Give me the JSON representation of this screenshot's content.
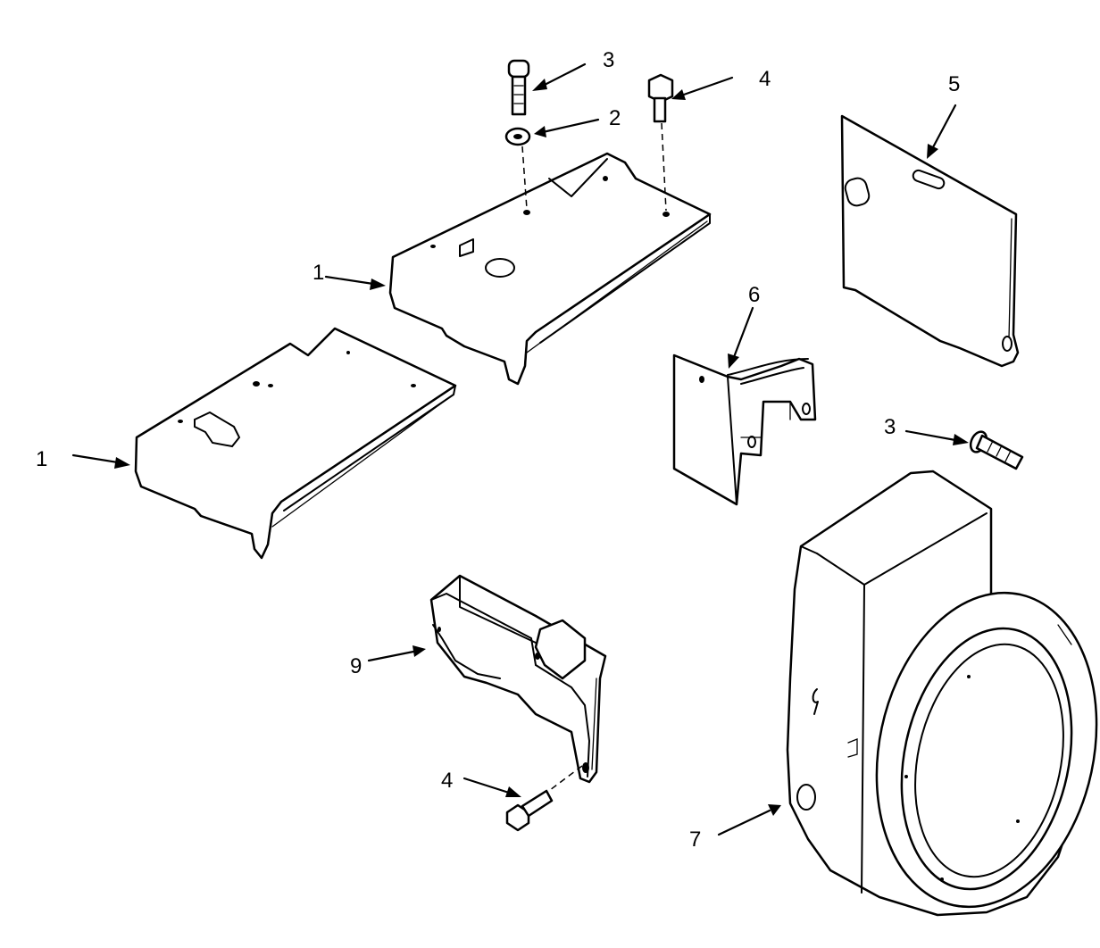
{
  "callouts": {
    "c1a": "1",
    "c1b": "1",
    "c2": "2",
    "c3a": "3",
    "c3b": "3",
    "c4a": "4",
    "c4b": "4",
    "c5": "5",
    "c6": "6",
    "c7": "7",
    "c9": "9"
  },
  "colors": {
    "line": "#000000",
    "background": "#ffffff"
  }
}
